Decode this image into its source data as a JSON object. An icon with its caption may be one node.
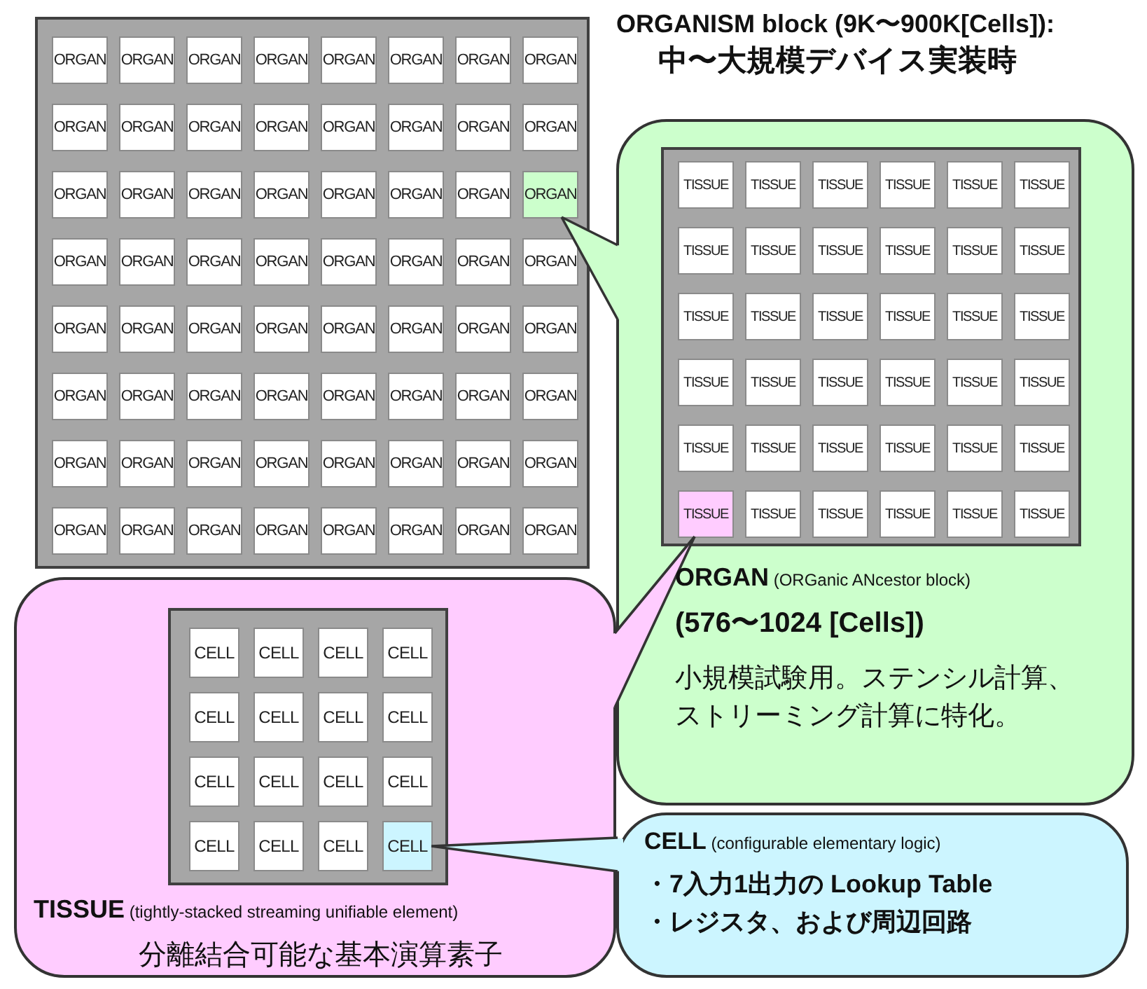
{
  "diagram": {
    "title": "ORGANISM block (9K〜900K[Cells]):",
    "nodes": [
      {
        "text": [],
        "shape": "box"
      },
      {
        "text": [
          "ORGAN"
        ],
        "in": 0
      },
      {
        "text": [
          "ORGAN"
        ],
        "in": 0
      },
      {
        "text": [
          "ORGAN"
        ],
        "in": 0
      },
      {
        "text": [
          "ORGAN"
        ],
        "in": 0
      },
      {
        "text": [
          "ORGAN"
        ],
        "in": 0
      },
      {
        "text": [
          "ORGAN"
        ],
        "in": 0
      },
      {
        "text": [
          "ORGAN"
        ],
        "in": 0
      },
      {
        "text": [
          "ORGAN"
        ],
        "in": 0
      },
      {
        "text": [
          "ORGAN"
        ],
        "in": 0
      },
      {
        "text": [
          "ORGAN"
        ],
        "in": 0
      },
      {
        "text": [
          "ORGAN"
        ],
        "in": 0
      },
      {
        "text": [
          "ORGAN"
        ],
        "in": 0
      },
      {
        "text": [
          "ORGAN"
        ],
        "in": 0
      },
      {
        "text": [
          "ORGAN"
        ],
        "in": 0
      },
      {
        "text": [
          "ORGAN"
        ],
        "in": 0
      },
      {
        "text": [
          "ORGAN"
        ],
        "in": 0
      },
      {
        "text": [
          "ORGAN"
        ],
        "in": 0
      },
      {
        "text": [
          "ORGAN"
        ],
        "in": 0
      },
      {
        "text": [
          "ORGAN"
        ],
        "in": 0
      },
      {
        "text": [
          "ORGAN"
        ],
        "in": 0
      },
      {
        "text": [
          "ORGAN"
        ],
        "in": 0
      },
      {
        "text": [
          "ORGAN"
        ],
        "in": 0
      },
      {
        "text": [
          "ORGAN"
        ],
        "in": 0
      },
      {
        "text": [
          "ORGAN"
        ],
        "in": 0
      },
      {
        "text": [
          "ORGAN"
        ],
        "in": 0
      },
      {
        "text": [
          "ORGAN"
        ],
        "in": 0
      },
      {
        "text": [
          "ORGAN"
        ],
        "in": 0
      },
      {
        "text": [
          "ORGAN"
        ],
        "in": 0
      },
      {
        "text": [
          "ORGAN"
        ],
        "in": 0
      },
      {
        "text": [
          "ORGAN"
        ],
        "in": 0
      },
      {
        "text": [
          "ORGAN"
        ],
        "in": 0
      },
      {
        "text": [
          "ORGAN"
        ],
        "in": 0
      },
      {
        "text": [
          "ORGAN"
        ],
        "in": 0
      },
      {
        "text": [
          "ORGAN"
        ],
        "in": 0
      },
      {
        "text": [
          "ORGAN"
        ],
        "in": 0
      },
      {
        "text": [
          "ORGAN"
        ],
        "in": 0
      },
      {
        "text": [
          "ORGAN"
        ],
        "in": 0
      },
      {
        "text": [
          "ORGAN"
        ],
        "in": 0
      },
      {
        "text": [
          "ORGAN"
        ],
        "in": 0
      },
      {
        "text": [
          "ORGAN"
        ],
        "in": 0
      },
      {
        "text": [
          "ORGAN"
        ],
        "in": 0
      },
      {
        "text": [
          "ORGAN"
        ],
        "in": 0
      },
      {
        "text": [
          "ORGAN"
        ],
        "in": 0
      },
      {
        "text": [
          "ORGAN"
        ],
        "in": 0
      },
      {
        "text": [
          "ORGAN"
        ],
        "in": 0
      },
      {
        "text": [
          "ORGAN"
        ],
        "in": 0
      },
      {
        "text": [
          "ORGAN"
        ],
        "in": 0
      },
      {
        "text": [
          "ORGAN"
        ],
        "in": 0
      },
      {
        "text": [
          "ORGAN"
        ],
        "in": 0
      },
      {
        "text": [
          "ORGAN"
        ],
        "in": 0
      },
      {
        "text": [
          "ORGAN"
        ],
        "in": 0
      },
      {
        "text": [
          "ORGAN"
        ],
        "in": 0
      },
      {
        "text": [
          "ORGAN"
        ],
        "in": 0
      },
      {
        "text": [
          "ORGAN"
        ],
        "in": 0
      },
      {
        "text": [
          "ORGAN"
        ],
        "in": 0
      },
      {
        "text": [
          "ORGAN"
        ],
        "in": 0
      },
      {
        "text": [
          "ORGAN"
        ],
        "in": 0
      },
      {
        "text": [
          "ORGAN"
        ],
        "in": 0
      },
      {
        "text": [
          "ORGAN"
        ],
        "in": 0
      },
      {
        "text": [
          "ORGAN"
        ],
        "in": 0
      },
      {
        "text": [
          "ORGAN"
        ],
        "in": 0
      },
      {
        "text": [
          "ORGAN"
        ],
        "in": 0
      },
      {
        "text": [
          "ORGAN"
        ],
        "in": 0
      },
      {
        "text": [
          "ORGAN"
        ],
        "in": 0
      },
      {
        "text": [
          "**ORGAN** (ORGanic ANcestor block)",
          "(576〜1024 [Cells])",
          "小規模試験用。ステンシル計算、ストリーミング計算に特化。"
        ]
      },
      {
        "text": [],
        "shape": "box",
        "in": 65
      },
      {
        "text": [
          "TISSUE"
        ],
        "in": 66
      },
      {
        "text": [
          "TISSUE"
        ],
        "in": 66
      },
      {
        "text": [
          "TISSUE"
        ],
        "in": 66
      },
      {
        "text": [
          "TISSUE"
        ],
        "in": 66
      },
      {
        "text": [
          "TISSUE"
        ],
        "in": 66
      },
      {
        "text": [
          "TISSUE"
        ],
        "in": 66
      },
      {
        "text": [
          "TISSUE"
        ],
        "in": 66
      },
      {
        "text": [
          "TISSUE"
        ],
        "in": 66
      },
      {
        "text": [
          "TISSUE"
        ],
        "in": 66
      },
      {
        "text": [
          "TISSUE"
        ],
        "in": 66
      },
      {
        "text": [
          "TISSUE"
        ],
        "in": 66
      },
      {
        "text": [
          "TISSUE"
        ],
        "in": 66
      },
      {
        "text": [
          "TISSUE"
        ],
        "in": 66
      },
      {
        "text": [
          "TISSUE"
        ],
        "in": 66
      },
      {
        "text": [
          "TISSUE"
        ],
        "in": 66
      },
      {
        "text": [
          "TISSUE"
        ],
        "in": 66
      },
      {
        "text": [
          "TISSUE"
        ],
        "in": 66
      },
      {
        "text": [
          "TISSUE"
        ],
        "in": 66
      },
      {
        "text": [
          "TISSUE"
        ],
        "in": 66
      },
      {
        "text": [
          "TISSUE"
        ],
        "in": 66
      },
      {
        "text": [
          "TISSUE"
        ],
        "in": 66
      },
      {
        "text": [
          "TISSUE"
        ],
        "in": 66
      },
      {
        "text": [
          "TISSUE"
        ],
        "in": 66
      },
      {
        "text": [
          "TISSUE"
        ],
        "in": 66
      },
      {
        "text": [
          "TISSUE"
        ],
        "in": 66
      },
      {
        "text": [
          "TISSUE"
        ],
        "in": 66
      },
      {
        "text": [
          "TISSUE"
        ],
        "in": 66
      },
      {
        "text": [
          "TISSUE"
        ],
        "in": 66
      },
      {
        "text": [
          "TISSUE"
        ],
        "in": 66
      },
      {
        "text": [
          "TISSUE"
        ],
        "in": 66
      },
      {
        "text": [
          "TISSUE"
        ],
        "in": 66
      },
      {
        "text": [
          "TISSUE"
        ],
        "in": 66
      },
      {
        "text": [
          "TISSUE"
        ],
        "in": 66
      },
      {
        "text": [
          "TISSUE"
        ],
        "in": 66
      },
      {
        "text": [
          "TISSUE"
        ],
        "in": 66
      },
      {
        "text": [
          "TISSUE"
        ],
        "in": 66
      },
      {
        "text": [
          "**TISSUE** (tightly-stacked streaming unifiable element)",
          "分離結合可能な基本演算素子"
        ]
      },
      {
        "text": [],
        "shape": "box",
        "in": 103
      },
      {
        "text": [
          "CELL"
        ],
        "in": 104
      },
      {
        "text": [
          "CELL"
        ],
        "in": 104
      },
      {
        "text": [
          "CELL"
        ],
        "in": 104
      },
      {
        "text": [
          "CELL"
        ],
        "in": 104
      },
      {
        "text": [
          "CELL"
        ],
        "in": 104
      },
      {
        "text": [
          "CELL"
        ],
        "in": 104
      },
      {
        "text": [
          "CELL"
        ],
        "in": 104
      },
      {
        "text": [
          "CELL"
        ],
        "in": 104
      },
      {
        "text": [
          "CELL"
        ],
        "in": 104
      },
      {
        "text": [
          "CELL"
        ],
        "in": 104
      },
      {
        "text": [
          "CELL"
        ],
        "in": 104
      },
      {
        "text": [
          "CELL"
        ],
        "in": 104
      },
      {
        "text": [
          "CELL"
        ],
        "in": 104
      },
      {
        "text": [
          "CELL"
        ],
        "in": 104
      },
      {
        "text": [
          "CELL"
        ],
        "in": 104
      },
      {
        "text": [
          "CELL"
        ],
        "in": 104
      },
      {
        "text": [
          "**CELL** (configurable elementary logic)",
          "・7入力1出力の Lookup Table",
          "・レジスタ、および周辺回路"
        ]
      }
    ],
    "edges": [
      {
        "from": 24,
        "to": 65,
        "arrow": "none"
      },
      {
        "from": 97,
        "to": 103,
        "arrow": "none"
      },
      {
        "from": 120,
        "to": 121,
        "arrow": "none"
      }
    ],
    "labels": [
      "中〜大規模デバイス実装時"
    ]
  }
}
